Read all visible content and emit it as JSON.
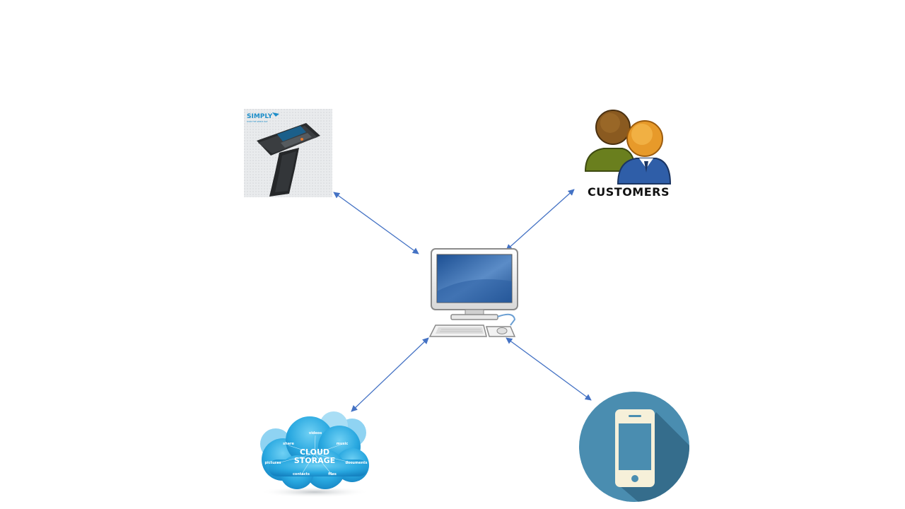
{
  "nodes": {
    "scanner": {
      "brand": "SIMPLY",
      "tagline": "SHOP THE SIMPLE WAY"
    },
    "customers": {
      "label": "CUSTOMERS"
    },
    "computer": {},
    "cloud": {
      "title_line1": "CLOUD",
      "title_line2": "STORAGE",
      "words": [
        "share",
        "videos",
        "music",
        "pictures",
        "documents",
        "contacts",
        "files"
      ]
    },
    "phone": {}
  },
  "colors": {
    "connector": "#4472c4",
    "phone_circle": "#4a8db0",
    "cloud": "#29a8e0"
  }
}
